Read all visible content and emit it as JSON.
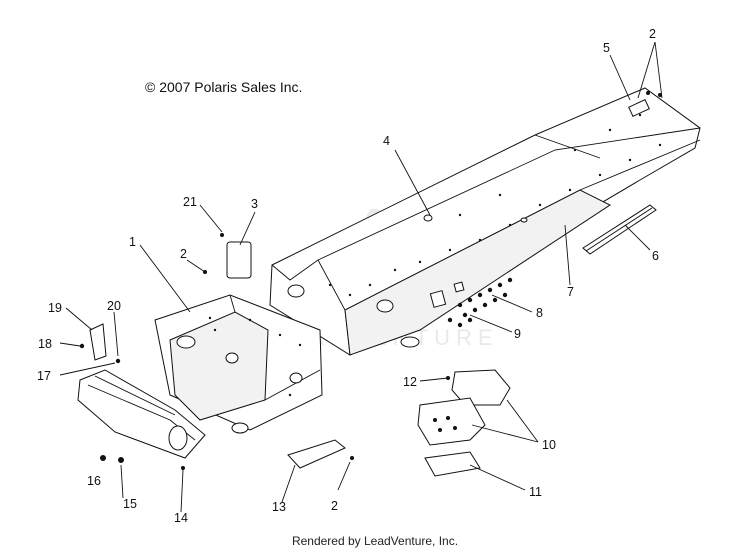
{
  "diagram": {
    "copyright": "© 2007 Polaris Sales Inc.",
    "footer": "Rendered by LeadVenture, Inc.",
    "watermark_text": "LEADVENTURE",
    "callouts": [
      {
        "id": "c1",
        "label": "1"
      },
      {
        "id": "c2a",
        "label": "2"
      },
      {
        "id": "c2b",
        "label": "2"
      },
      {
        "id": "c2c",
        "label": "2"
      },
      {
        "id": "c3",
        "label": "3"
      },
      {
        "id": "c4",
        "label": "4"
      },
      {
        "id": "c5",
        "label": "5"
      },
      {
        "id": "c6",
        "label": "6"
      },
      {
        "id": "c7",
        "label": "7"
      },
      {
        "id": "c8",
        "label": "8"
      },
      {
        "id": "c9",
        "label": "9"
      },
      {
        "id": "c10",
        "label": "10"
      },
      {
        "id": "c11",
        "label": "11"
      },
      {
        "id": "c12",
        "label": "12"
      },
      {
        "id": "c13",
        "label": "13"
      },
      {
        "id": "c14",
        "label": "14"
      },
      {
        "id": "c15",
        "label": "15"
      },
      {
        "id": "c16",
        "label": "16"
      },
      {
        "id": "c17",
        "label": "17"
      },
      {
        "id": "c18",
        "label": "18"
      },
      {
        "id": "c19",
        "label": "19"
      },
      {
        "id": "c20",
        "label": "20"
      },
      {
        "id": "c21",
        "label": "21"
      }
    ]
  }
}
